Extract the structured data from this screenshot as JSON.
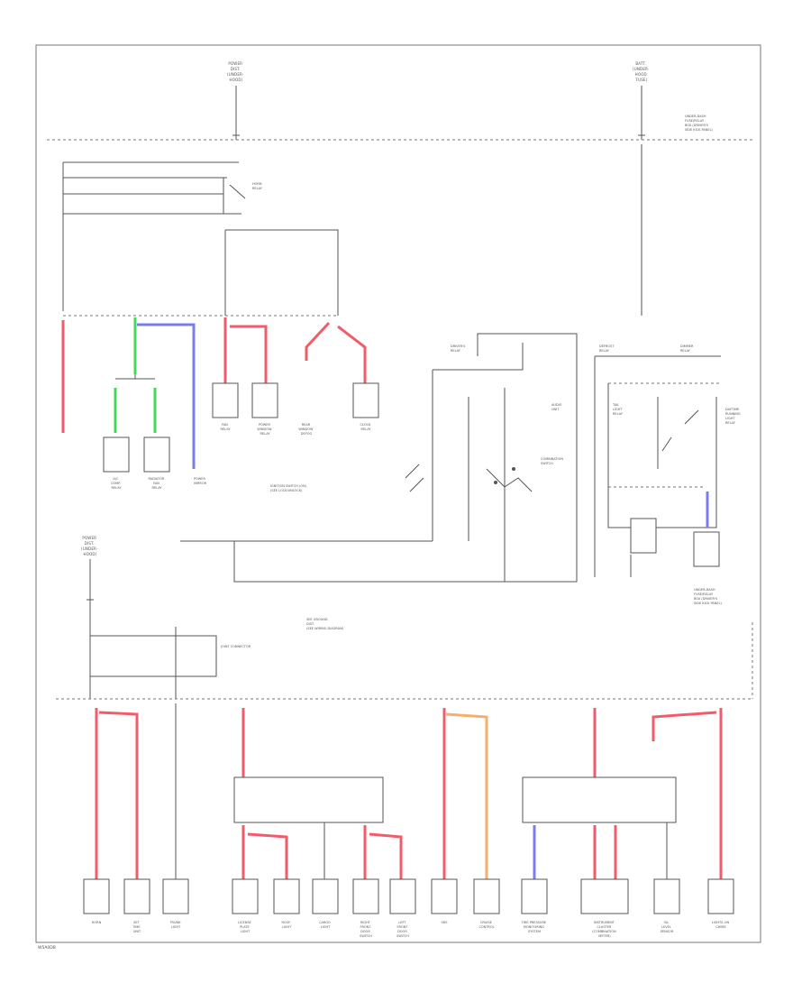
{
  "diagram": {
    "top_sources": {
      "left": {
        "lines": [
          "POWER",
          "DIST.",
          "(UNDER-",
          "HOOD)"
        ]
      },
      "right": {
        "lines": [
          "BATT.",
          "(UNDER-",
          "HOOD",
          "FUSE)"
        ]
      }
    },
    "bus_labels": {
      "upper_right": {
        "lines": [
          "UNDER-DASH",
          "FUSE/RELAY",
          "BOX (DRIVER'S",
          "SIDE KICK PANEL)"
        ]
      },
      "lower_right": {
        "lines": [
          "UNDER-DASH",
          "FUSE/RELAY",
          "BOX (DRIVER'S",
          "SIDE KICK PANEL)"
        ]
      }
    },
    "section_labels": {
      "power_dist_left": {
        "lines": [
          "POWER",
          "DIST.",
          "(UNDER-",
          "HOOD)"
        ]
      },
      "joint_connector": "JOINT CONNECTOR",
      "legend": {
        "lines": [
          "SEE GROUND",
          "DIST.",
          "(SEE WIRING DIAGRAM)"
        ]
      },
      "ignition_switch_note": {
        "lines": [
          "IGNITION SWITCH (ON)",
          "(SEE LOCK/UNLOCK)"
        ]
      }
    },
    "upper_components": {
      "a1": {
        "lines": [
          "HORN",
          "RELAY"
        ]
      },
      "a2": {
        "lines": [
          "A/C",
          "COMP.",
          "RELAY"
        ]
      },
      "a3": {
        "lines": [
          "RADIATOR",
          "FAN",
          "RELAY"
        ]
      },
      "a4": {
        "lines": [
          "FAN",
          "RELAY"
        ]
      },
      "a5": {
        "lines": [
          "POWER",
          "WINDOW",
          "RELAY"
        ]
      },
      "a6": {
        "lines": [
          "REAR",
          "WINDOW",
          "DEFOG"
        ]
      },
      "a7": {
        "lines": [
          "CLOCK",
          "RELAY"
        ]
      },
      "a8": {
        "lines": [
          "POWER",
          "MIRROR"
        ]
      },
      "a9": {
        "lines": [
          "DRIVER'S",
          "RELAY"
        ]
      },
      "a10": {
        "lines": [
          "AUDIO",
          "UNIT"
        ]
      },
      "a11": {
        "lines": [
          "COMBINATION",
          "SWITCH"
        ]
      },
      "a12": {
        "lines": [
          "DAYTIME",
          "RUNNING",
          "LIGHT",
          "RELAY"
        ]
      },
      "a13": {
        "lines": [
          "TAIL",
          "LIGHT",
          "RELAY"
        ]
      },
      "a14": {
        "lines": [
          "DEFROST",
          "RELAY"
        ]
      },
      "a15": {
        "lines": [
          "DIMMER",
          "RELAY"
        ]
      }
    },
    "bottom_components": {
      "b1": {
        "lines": [
          "HORN"
        ]
      },
      "b2": {
        "lines": [
          "SET",
          "TIME",
          "UNIT"
        ]
      },
      "b3": {
        "lines": [
          "TRUNK",
          "LIGHT"
        ]
      },
      "b4": {
        "lines": [
          "LICENSE",
          "PLATE",
          "LIGHT"
        ]
      },
      "b5": {
        "lines": [
          "ROOF",
          "LIGHT"
        ]
      },
      "b6": {
        "lines": [
          "CARGO",
          "LIGHT"
        ]
      },
      "b7": {
        "lines": [
          "RIGHT",
          "FRONT",
          "DOOR",
          "SWITCH"
        ]
      },
      "b8": {
        "lines": [
          "LEFT",
          "FRONT",
          "DOOR",
          "SWITCH"
        ]
      },
      "b9": {
        "lines": [
          "SRS"
        ]
      },
      "b10": {
        "lines": [
          "CRUISE",
          "CONTROL"
        ]
      },
      "b11": {
        "lines": [
          "TIRE PRESSURE",
          "MONITORING",
          "SYSTEM"
        ]
      },
      "b12": {
        "lines": [
          "INSTRUMENT",
          "CLUSTER",
          "(COMBINATION",
          "METER)"
        ]
      },
      "b13": {
        "lines": [
          "OIL",
          "LEVEL",
          "SENSOR"
        ]
      },
      "b14": {
        "lines": [
          "LIGHTS-ON",
          "CHIME"
        ]
      }
    },
    "footer_code": "W5A0DB",
    "colors": {
      "red": "#f25c6a",
      "green": "#44d85a",
      "blue": "#7c7cf0",
      "orange": "#f7ae6b",
      "line": "#555555"
    }
  }
}
